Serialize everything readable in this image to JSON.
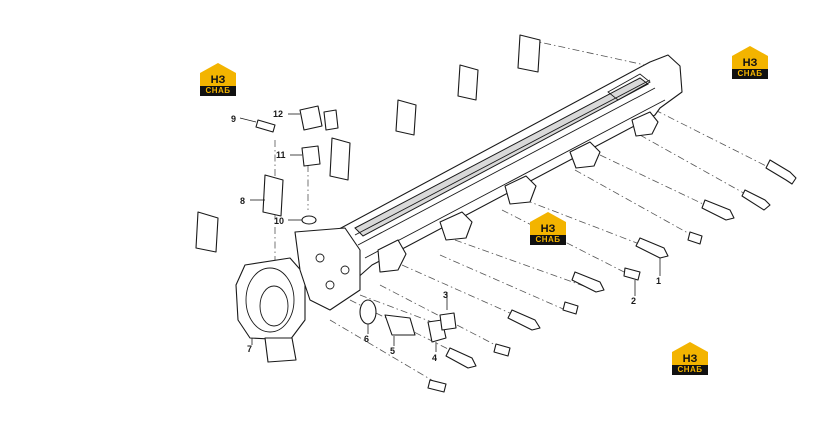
{
  "callouts": {
    "c1": "1",
    "c2": "2",
    "c3": "3",
    "c4": "4",
    "c5": "5",
    "c6": "6",
    "c7": "7",
    "c8": "8",
    "c9": "9",
    "c10": "10",
    "c11": "11",
    "c12": "12"
  },
  "watermark": {
    "text": "СНАБ",
    "color_primary": "#f3b400",
    "color_dark": "#111111"
  },
  "colors": {
    "line": "#1a1a1a",
    "shade": "#d9d9d9"
  }
}
